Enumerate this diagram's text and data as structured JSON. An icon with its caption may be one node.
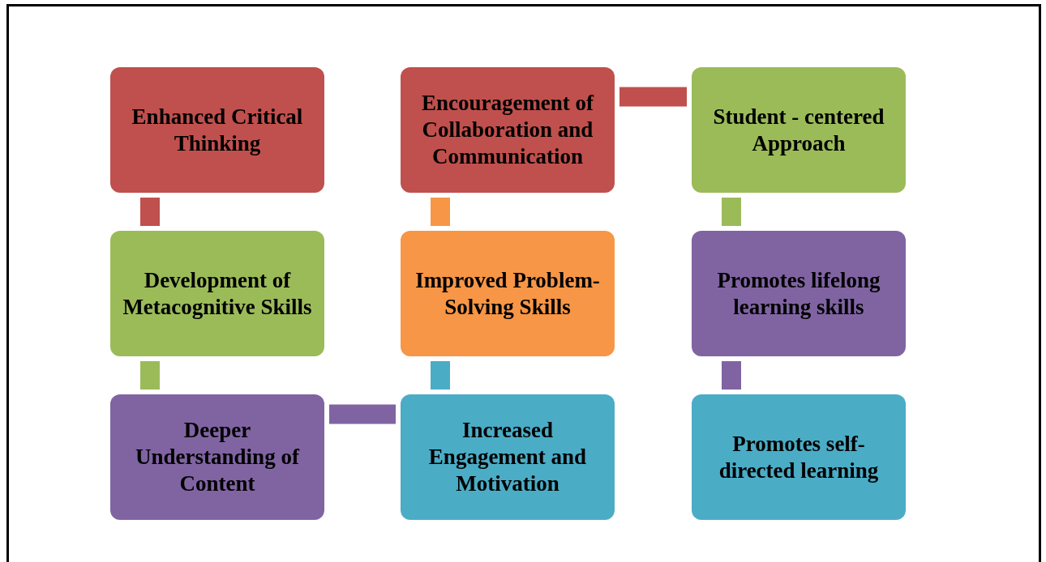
{
  "diagram": {
    "nodes": [
      {
        "text": [
          "Enhanced Critical Thinking"
        ]
      },
      {
        "text": [
          "Encouragement of Collaboration and Communication"
        ]
      },
      {
        "text": [
          "Student - centered Approach"
        ]
      },
      {
        "text": [
          "Development of Metacognitive Skills"
        ]
      },
      {
        "text": [
          "Improved Problem-Solving Skills"
        ]
      },
      {
        "text": [
          "Promotes lifelong learning skills"
        ]
      },
      {
        "text": [
          "Deeper Understanding of Content"
        ]
      },
      {
        "text": [
          "Increased Engagement and Motivation"
        ]
      },
      {
        "text": [
          "Promotes self-directed learning"
        ]
      }
    ],
    "edges": [
      {
        "from": 0,
        "to": 3,
        "arrow": "none",
        "color": "#c0504d"
      },
      {
        "from": 3,
        "to": 6,
        "arrow": "none",
        "color": "#9bbb59"
      },
      {
        "from": 6,
        "to": 7,
        "arrow": "none",
        "color": "#8064a2"
      },
      {
        "from": 7,
        "to": 4,
        "arrow": "none",
        "color": "#4bacc6"
      },
      {
        "from": 4,
        "to": 1,
        "arrow": "none",
        "color": "#f79646"
      },
      {
        "from": 1,
        "to": 2,
        "arrow": "none",
        "color": "#c0504d"
      },
      {
        "from": 2,
        "to": 5,
        "arrow": "none",
        "color": "#9bbb59"
      },
      {
        "from": 5,
        "to": 8,
        "arrow": "none",
        "color": "#8064a2"
      }
    ]
  }
}
